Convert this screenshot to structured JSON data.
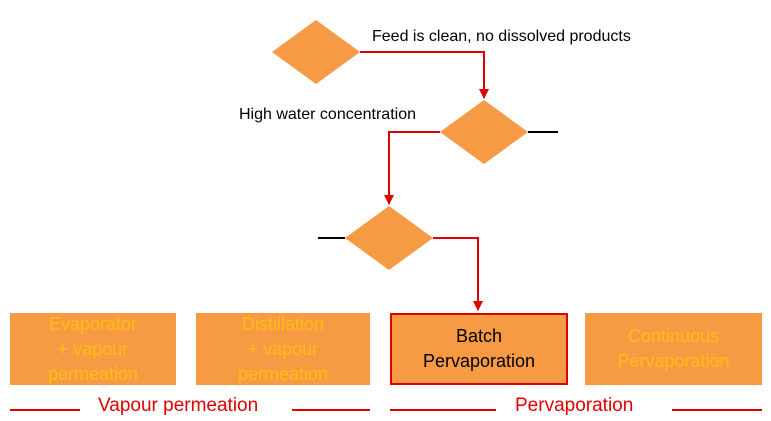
{
  "decisions": [
    {
      "label": "Feed is clean, no dissolved products"
    },
    {
      "label": "High water concentration"
    },
    {
      "label": ""
    }
  ],
  "boxes": [
    {
      "line1": "Evaporator",
      "line2": "+ vapour",
      "line3": "permeation",
      "selected": false
    },
    {
      "line1": "Distillation",
      "line2": "+ vapour",
      "line3": "permeation",
      "selected": false
    },
    {
      "line1": "Batch",
      "line2": "Pervaporation",
      "line3": "",
      "selected": true
    },
    {
      "line1": "Continuous",
      "line2": "Pervaporation",
      "line3": "",
      "selected": false
    }
  ],
  "groups": {
    "left": "Vapour permeation",
    "right": "Pervaporation"
  },
  "colors": {
    "diamond": "#f79a44",
    "box": "#f79a44",
    "arrow": "#e00000",
    "muted_text": "#ffbe10"
  }
}
